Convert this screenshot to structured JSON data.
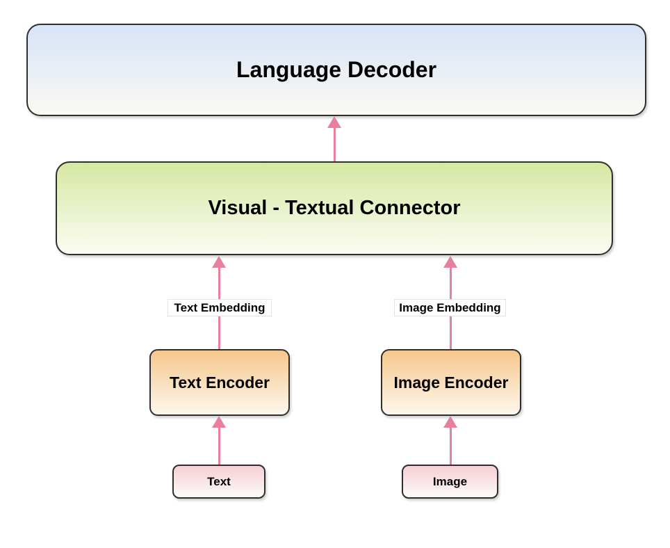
{
  "diagram": {
    "nodes": {
      "language_decoder": {
        "label": "Language Decoder"
      },
      "visual_textual_connector": {
        "label": "Visual - Textual Connector"
      },
      "text_encoder": {
        "label": "Text Encoder"
      },
      "image_encoder": {
        "label": "Image Encoder"
      },
      "text_input": {
        "label": "Text"
      },
      "image_input": {
        "label": "Image"
      }
    },
    "edges": [
      {
        "from": "Text",
        "to": "Text Encoder",
        "label": ""
      },
      {
        "from": "Image",
        "to": "Image Encoder",
        "label": ""
      },
      {
        "from": "Text Encoder",
        "to": "Visual - Textual Connector",
        "label": "Text Embedding"
      },
      {
        "from": "Image Encoder",
        "to": "Visual - Textual Connector",
        "label": "Image Embedding"
      },
      {
        "from": "Visual - Textual Connector",
        "to": "Language Decoder",
        "label": ""
      }
    ],
    "colors": {
      "arrow": "#e8809d",
      "decoder_fill_top": "#d7e3f8",
      "connector_fill_top": "#d6e8a2",
      "encoder_fill_top": "#f6c78c",
      "input_fill_top": "#f5cfd5",
      "gradient_bottom": "#fbfbf3",
      "node_border": "#2e2e2e",
      "label_border": "#e2e2e2"
    }
  }
}
